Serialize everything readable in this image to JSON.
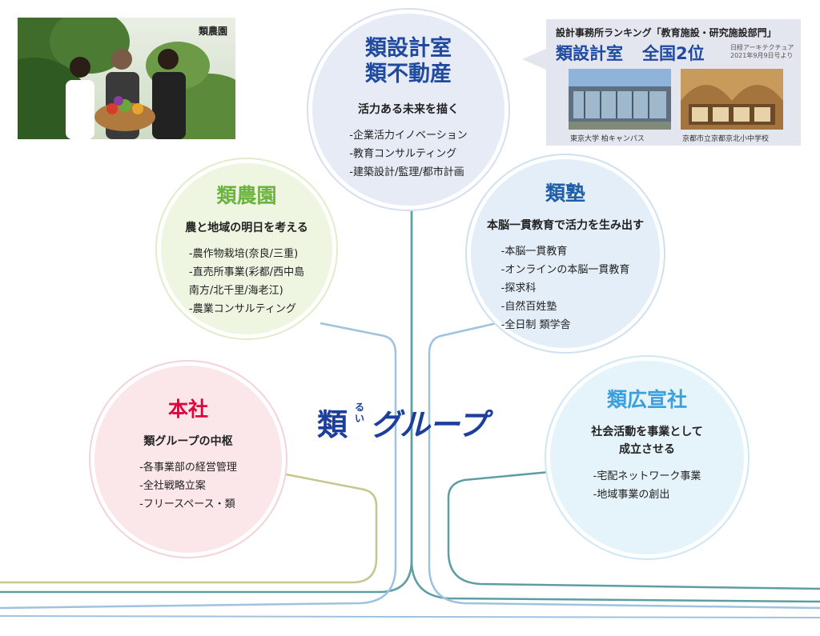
{
  "center": {
    "kanji": "類",
    "ruby": "るい",
    "rest": "グループ"
  },
  "nodes": {
    "sekkei": {
      "title_line1": "類設計室",
      "title_line2": "類不動産",
      "subtitle": "活力ある未来を描く",
      "items": [
        "-企業活力イノベーション",
        "-教育コンサルティング",
        "-建築設計/監理/都市計画"
      ],
      "color": "#1f4aa0"
    },
    "nouen": {
      "title": "類農園",
      "subtitle": "農と地域の明日を考える",
      "items": [
        "-農作物栽培(奈良/三重)",
        "-直売所事業(彩都/西中島",
        "南方/北千里/海老江)",
        "-農業コンサルティング"
      ],
      "color": "#6db33f"
    },
    "juku": {
      "title": "類塾",
      "subtitle": "本脳一貫教育で活力を生み出す",
      "items": [
        "-本脳一貫教育",
        "-オンラインの本脳一貫教育",
        "-探求科",
        "-自然百姓塾",
        "-全日制 類学舎"
      ],
      "color": "#1f5ea8"
    },
    "honsha": {
      "title": "本社",
      "subtitle": "類グループの中枢",
      "items": [
        "-各事業部の経営管理",
        "-全社戦略立案",
        "-フリースペース・類"
      ],
      "color": "#e4003a"
    },
    "kousen": {
      "title": "類広宣社",
      "subtitle_line1": "社会活動を事業として",
      "subtitle_line2": "成立させる",
      "items": [
        "-宅配ネットワーク事業",
        "-地域事業の創出"
      ],
      "color": "#3a9fdc"
    }
  },
  "photo": {
    "label": "類農園"
  },
  "ranking": {
    "headline": "設計事務所ランキング「教育施設・研究施設部門」",
    "company": "類設計室",
    "rank": "全国2位",
    "source_line1": "日経アーキテクチュア",
    "source_line2": "2021年9月9日号より",
    "caption1": "東京大学 柏キャンパス",
    "caption2": "京都市立京都京北小中学校"
  }
}
